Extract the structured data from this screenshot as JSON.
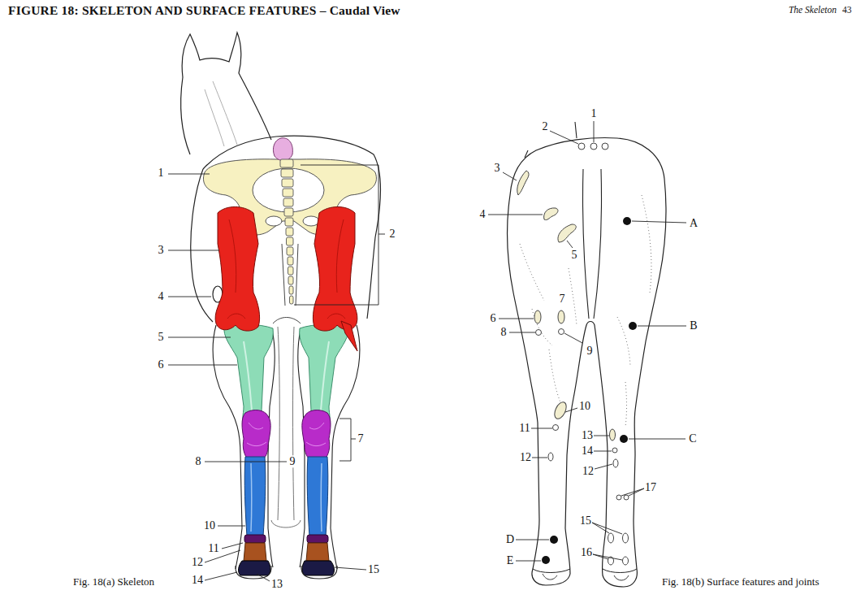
{
  "diagram": {
    "title": "FIGURE 18: SKELETON AND SURFACE FEATURES – Caudal View",
    "labels": [
      "The Skeleton",
      "43",
      "1",
      "2",
      "3",
      "4",
      "5",
      "6",
      "7",
      "8",
      "9",
      "10",
      "11",
      "12",
      "13",
      "14",
      "15",
      "Fig. 18(a) Skeleton",
      "1",
      "2",
      "3",
      "4",
      "5",
      "A",
      "7",
      "6",
      "8",
      "9",
      "B",
      "10",
      "11",
      "13",
      "C",
      "14",
      "12",
      "12",
      "17",
      "15",
      "D",
      "16",
      "E",
      "Fig. 18(b) Surface features and joints"
    ]
  }
}
